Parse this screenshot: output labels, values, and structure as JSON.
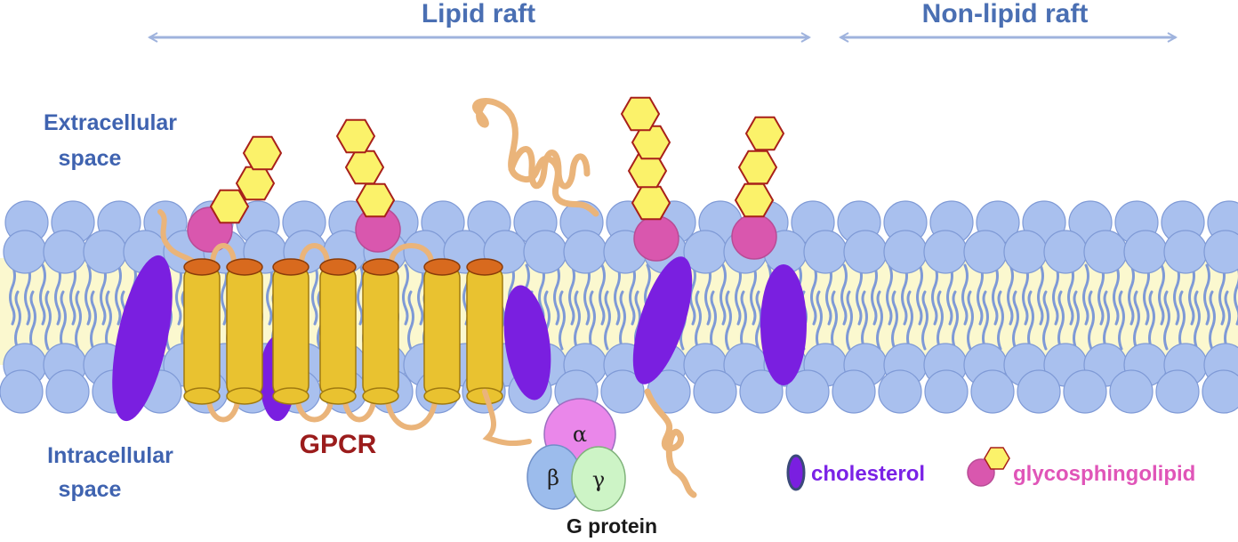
{
  "labels": {
    "lipid_raft": "Lipid raft",
    "non_lipid_raft": "Non-lipid raft",
    "extracellular_line1": "Extracellular",
    "extracellular_line2": "space",
    "intracellular_line1": "Intracellular",
    "intracellular_line2": "space",
    "gpcr": "GPCR",
    "g_protein": "G protein",
    "alpha": "α",
    "beta": "β",
    "gamma": "γ"
  },
  "legend": {
    "cholesterol": "cholesterol",
    "glycosphingolipid": "glycosphingolipid"
  },
  "colors": {
    "arrow": "#9fb3dd",
    "lipid_head": "#a9c0ee",
    "lipid_head_stroke": "#7f9ad6",
    "lipid_tail": "#7f9ad6",
    "core": "#fbf8cf",
    "cholesterol": "#7a1fe0",
    "glyco_head": "#d957ae",
    "hexagon": "#fbf26a",
    "hexagon_stroke": "#a8201a",
    "helix": "#e9c230",
    "helix_top": "#d86a1e",
    "loop": "#eab47a",
    "g_alpha": "#ea87ea",
    "g_beta": "#9cbcec",
    "g_gamma": "#cdf4c6"
  }
}
